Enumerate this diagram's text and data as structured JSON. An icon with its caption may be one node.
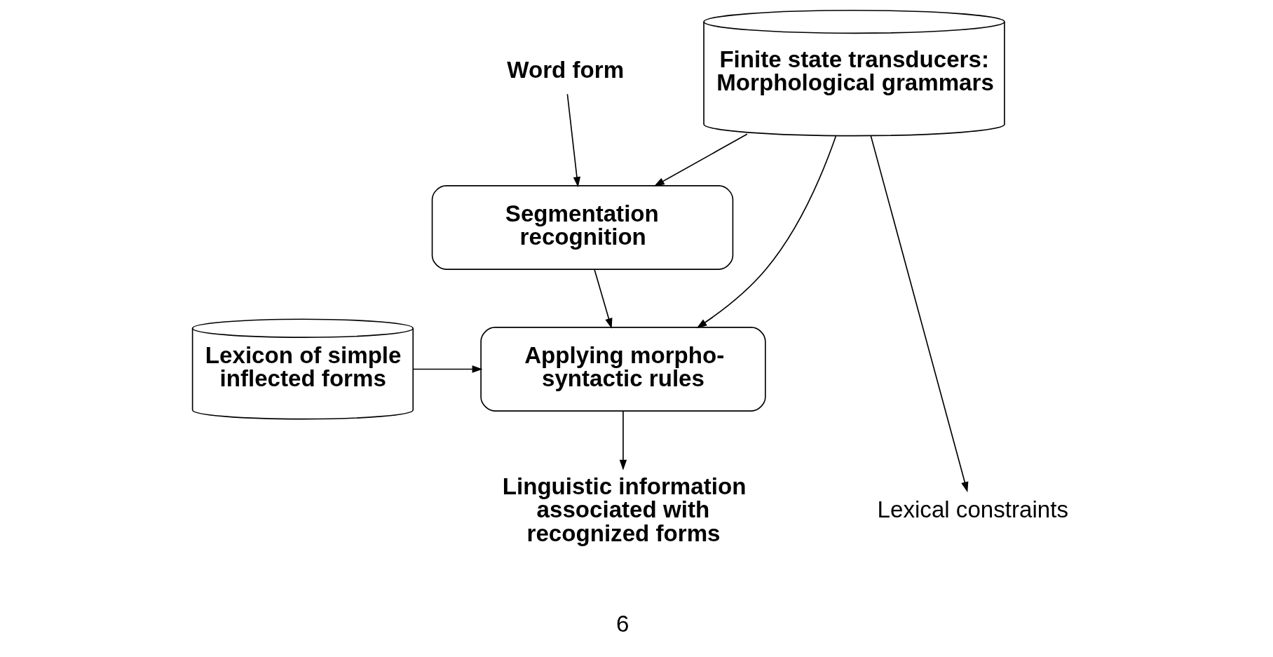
{
  "diagram": {
    "nodes": [
      {
        "text": [
          "Word form"
        ]
      },
      {
        "text": [
          "Segmentation recognition"
        ]
      },
      {
        "text": [
          "Applying morpho- syntactic rules"
        ]
      },
      {
        "text": [
          "Lexicon of simple inflected forms"
        ]
      },
      {
        "text": [
          "Finite state transducers: Morphological grammars"
        ]
      },
      {
        "text": [
          "Linguistic information associated with recognized forms"
        ]
      },
      {
        "text": [
          "Lexical constraints"
        ]
      }
    ],
    "edges": [
      {
        "from": 0,
        "to": 1,
        "arrow": "to"
      },
      {
        "from": 1,
        "to": 2,
        "arrow": "to"
      },
      {
        "from": 3,
        "to": 2,
        "arrow": "to"
      },
      {
        "from": 4,
        "to": 1,
        "arrow": "to"
      },
      {
        "from": 4,
        "to": 2,
        "arrow": "to"
      },
      {
        "from": 2,
        "to": 5,
        "arrow": "to"
      },
      {
        "from": 4,
        "to": 6,
        "arrow": "to"
      }
    ],
    "labels": [
      "6"
    ]
  }
}
